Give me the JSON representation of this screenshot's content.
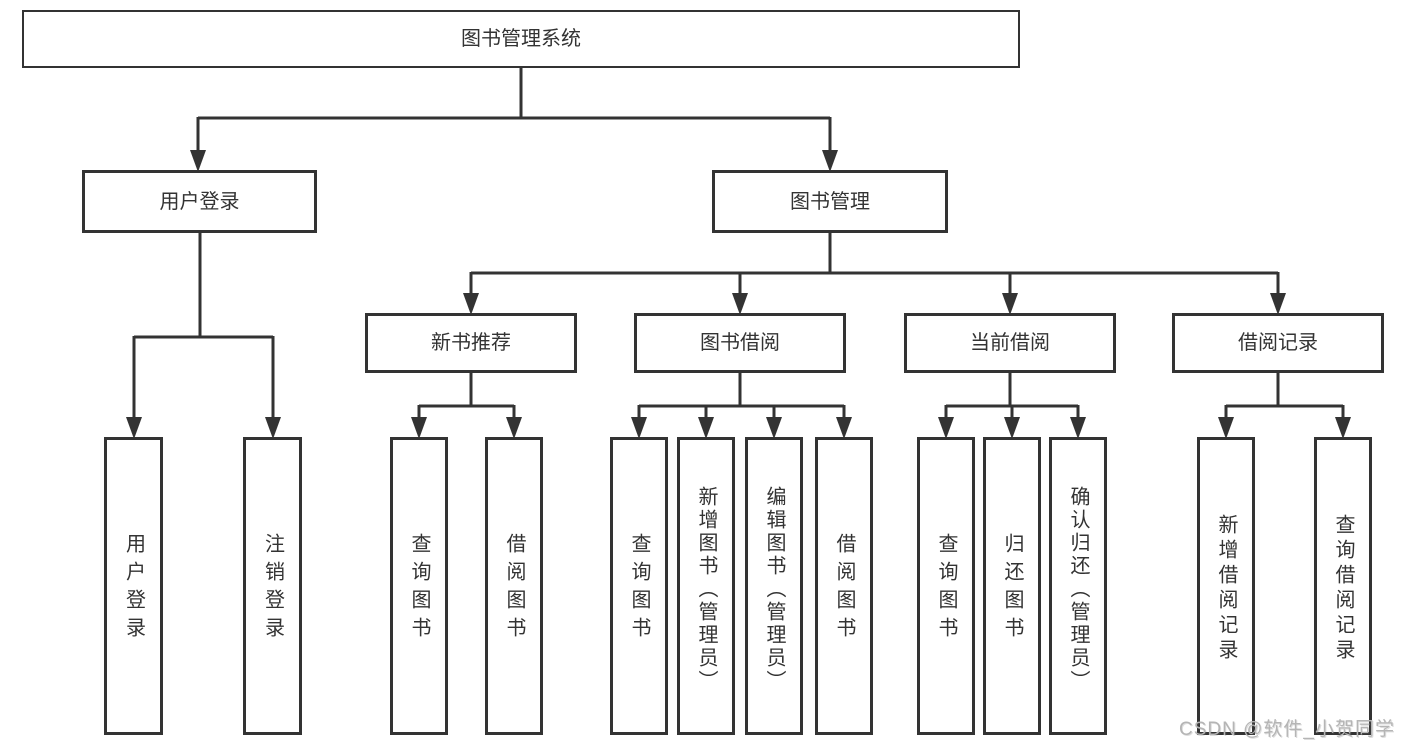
{
  "diagram": {
    "title": "图书管理系统",
    "level2": {
      "user_login": "用户登录",
      "book_management": "图书管理"
    },
    "level3": {
      "new_book_recommend": "新书推荐",
      "book_borrow": "图书借阅",
      "current_borrow": "当前借阅",
      "borrow_records": "借阅记录"
    },
    "leaves": {
      "user_login": "用户登录",
      "logout": "注销登录",
      "nb_query_book": "查询图书",
      "nb_borrow_book": "借阅图书",
      "bb_query_book": "查询图书",
      "bb_add_book_admin": "新增图书（管理员）",
      "bb_edit_book_admin": "编辑图书（管理员）",
      "bb_borrow_book": "借阅图书",
      "cb_query_book": "查询图书",
      "cb_return_book": "归还图书",
      "cb_confirm_return_admin": "确认归还（管理员）",
      "rec_add_record": "新增借阅记录",
      "rec_query_record": "查询借阅记录"
    }
  },
  "colors": {
    "line": "#333333",
    "text": "#333333",
    "watermark": "#b5b5b5",
    "background": "#ffffff"
  },
  "watermark": "CSDN @软件_小贺同学"
}
